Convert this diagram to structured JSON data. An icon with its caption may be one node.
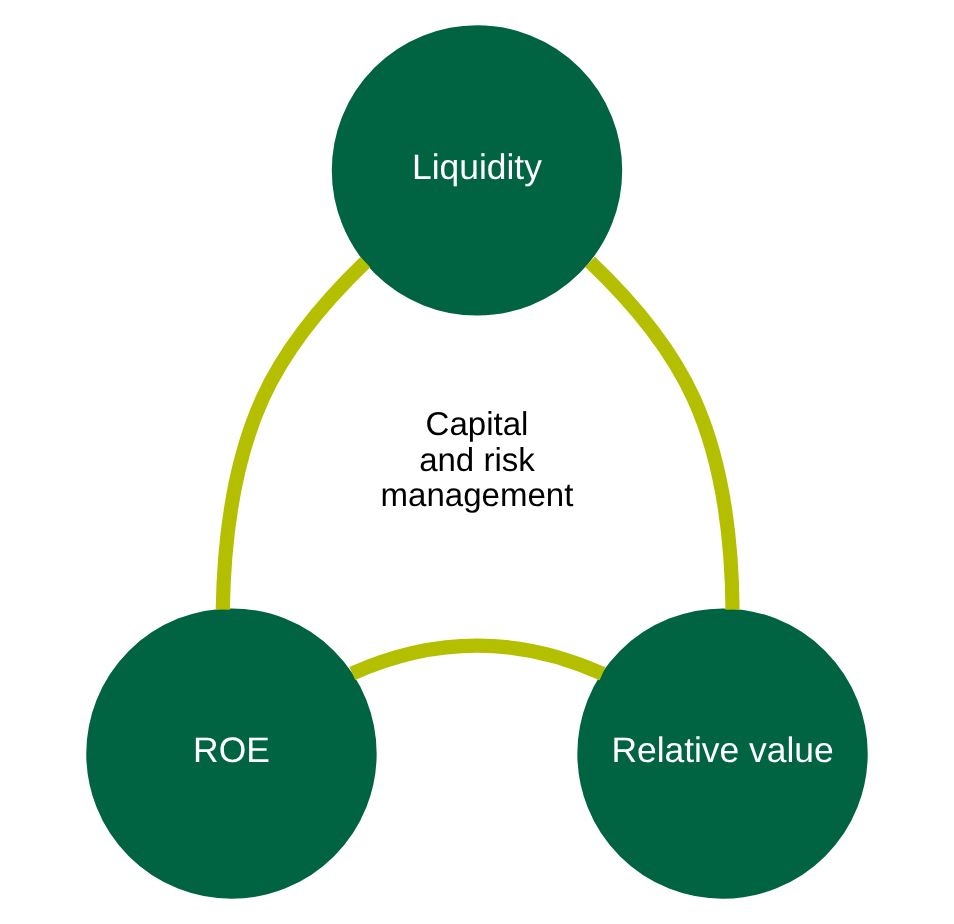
{
  "diagram": {
    "nodes": [
      {
        "text": [
          "Liquidity"
        ]
      },
      {
        "text": [
          "Relative value"
        ]
      },
      {
        "text": [
          "ROE"
        ]
      }
    ],
    "edges": [
      {
        "from": 0,
        "to": 2,
        "arrow": "none"
      },
      {
        "from": 2,
        "to": 1,
        "arrow": "none"
      },
      {
        "from": 1,
        "to": 0,
        "arrow": "none"
      }
    ],
    "labels": [
      "Capital and risk management"
    ]
  }
}
